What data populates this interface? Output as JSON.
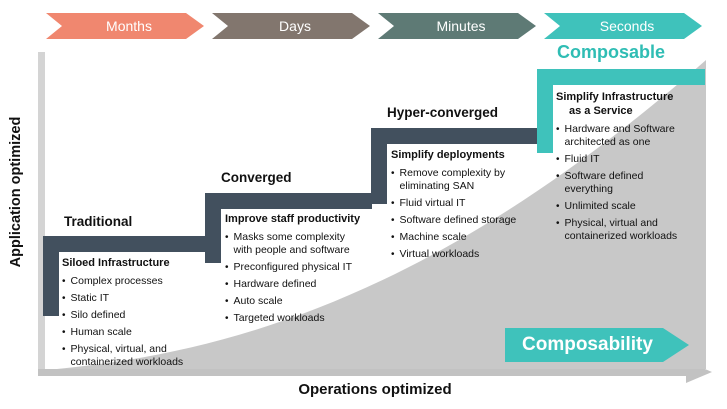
{
  "timeline": {
    "arrows": [
      {
        "label": "Months",
        "color": "#F0876F"
      },
      {
        "label": "Days",
        "color": "#82766E"
      },
      {
        "label": "Minutes",
        "color": "#5E7A75"
      },
      {
        "label": "Seconds",
        "color": "#3FC2BB"
      }
    ]
  },
  "axes": {
    "y_label": "Application optimized",
    "x_label": "Operations optimized"
  },
  "stages": [
    {
      "title": "Traditional",
      "heading": "Siloed Infrastructure",
      "bullets": [
        "Complex processes",
        "Static IT",
        "Silo defined",
        "Human scale",
        "Physical, virtual, and\ncontainerized workloads"
      ]
    },
    {
      "title": "Converged",
      "heading": "Improve staff productivity",
      "bullets": [
        "Masks some complexity\nwith people and software",
        "Preconfigured physical IT",
        "Hardware defined",
        "Auto scale",
        "Targeted workloads"
      ]
    },
    {
      "title": "Hyper-converged",
      "heading": "Simplify deployments",
      "bullets": [
        "Remove complexity by\neliminating SAN",
        "Fluid virtual IT",
        "Software defined storage",
        "Machine scale",
        "Virtual workloads"
      ]
    },
    {
      "title": "Composable",
      "heading": "Simplify Infrastructure\nas a Service",
      "bullets": [
        "Hardware and Software\narchitected as one",
        "Fluid IT",
        "Software defined\neverything",
        "Unlimited scale",
        "Physical, virtual and\ncontainerized workloads"
      ]
    }
  ],
  "banner": {
    "label": "Composability"
  },
  "colors": {
    "stage_bar": "#42505E",
    "composable_accent": "#3FC2BB",
    "composable_title_text": "#2FBDB4",
    "wedge_gray": "#C8C8C8",
    "axis_gray": "#C9C9C9",
    "arrow_months": "#F0876F",
    "arrow_days": "#82766E",
    "arrow_minutes": "#5E7A75",
    "arrow_seconds": "#3FC2BB"
  }
}
